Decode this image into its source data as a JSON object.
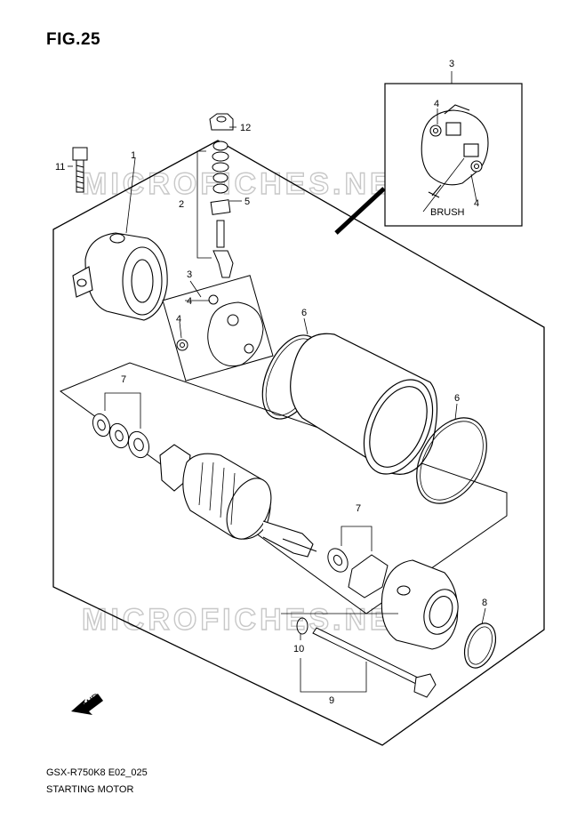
{
  "figure": {
    "title": "FIG.25"
  },
  "watermark": {
    "text": "MICROFICHES.NET"
  },
  "callouts": {
    "c1": "1",
    "c2": "2",
    "c3_top": "3",
    "c3_mid": "3",
    "c4_a": "4",
    "c4_b": "4",
    "c4_c": "4",
    "c4_d": "4",
    "c5": "5",
    "c6_a": "6",
    "c6_b": "6",
    "c7_a": "7",
    "c7_b": "7",
    "c8": "8",
    "c9": "9",
    "c10": "10",
    "c11": "11",
    "c12": "12"
  },
  "inset": {
    "label": "BRUSH"
  },
  "fwd": {
    "label": "FWD"
  },
  "footer": {
    "code": "GSX-R750K8 E02_025",
    "name": "STARTING MOTOR"
  }
}
